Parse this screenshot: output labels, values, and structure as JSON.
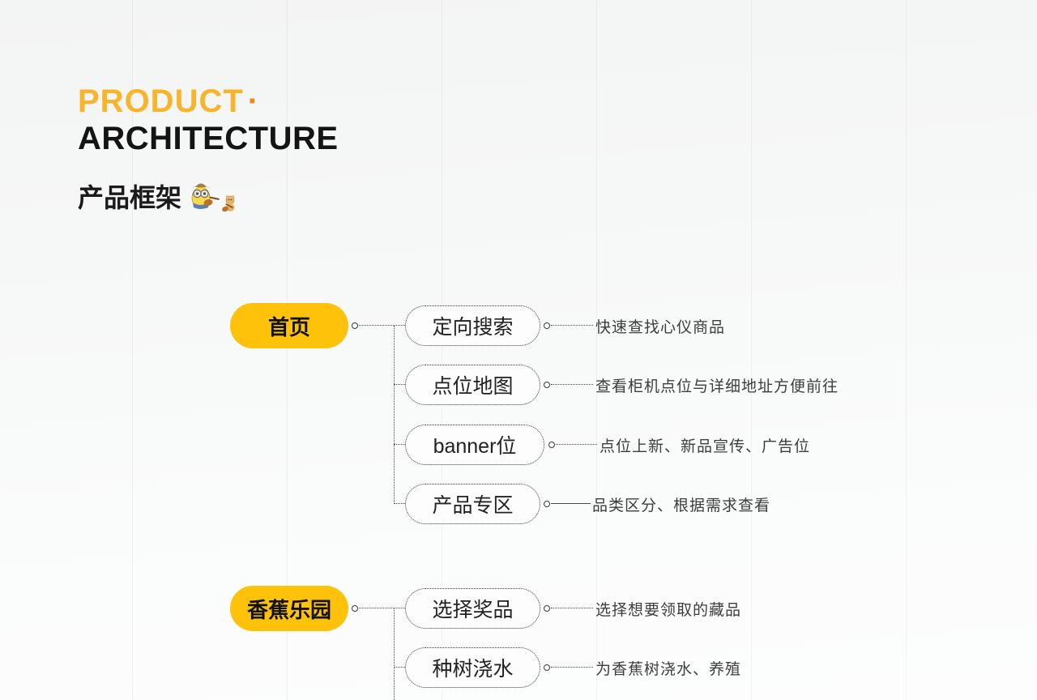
{
  "header": {
    "kicker": "PRODUCT",
    "kicker_dot": "·",
    "title": "ARCHITECTURE",
    "subtitle": "产品框架",
    "mascot_icon": "minion-playing-guitar-with-bear-icon"
  },
  "colors": {
    "accent_yellow": "#FEC20A",
    "kicker_yellow": "#F8B42B",
    "dot_orange": "#F2861F",
    "title_black": "#141414",
    "desc_gray": "#3d3d3d",
    "background": "#f6f7f7"
  },
  "diagram": {
    "groups": [
      {
        "label": "首页",
        "children": [
          {
            "label": "定向搜索",
            "desc": "快速查找心仪商品",
            "connector": "dotted"
          },
          {
            "label": "点位地图",
            "desc": "查看柜机点位与详细地址方便前往",
            "connector": "dotted"
          },
          {
            "label": "banner位",
            "desc": "点位上新、新品宣传、广告位",
            "connector": "dotted"
          },
          {
            "label": "产品专区",
            "desc": "品类区分、根据需求查看",
            "connector": "solid"
          }
        ]
      },
      {
        "label": "香蕉乐园",
        "children": [
          {
            "label": "选择奖品",
            "desc": "选择想要领取的藏品",
            "connector": "dotted"
          },
          {
            "label": "种树浇水",
            "desc": "为香蕉树浇水、养殖",
            "connector": "dotted"
          }
        ]
      }
    ]
  }
}
